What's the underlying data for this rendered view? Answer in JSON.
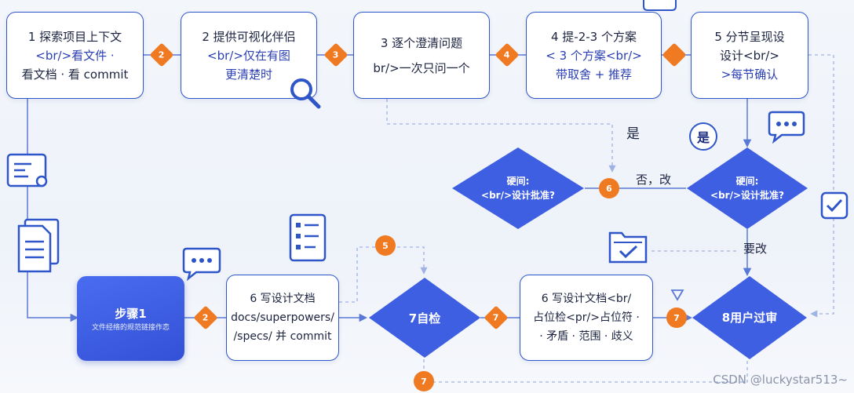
{
  "top_row": [
    {
      "line1": "1 探索项目上下文",
      "line2": "<br/>看文件 ·",
      "line3": "看文档 · 看 commit"
    },
    {
      "line1": "2 提供可视化伴侣",
      "line2": "<br/>仅在有图",
      "line3": "更清楚时"
    },
    {
      "line1": "3 逐个澄清问题",
      "line2": "br/>一次只问一个"
    },
    {
      "line1": "4 提-2-3 个方案",
      "line2": "< 3 个方案<br/>",
      "line3": "带取舍 + 推荐"
    },
    {
      "line1": "5 分节呈现设",
      "line2": "设计<br/>",
      "line3": ">每节确认"
    }
  ],
  "decisions": {
    "left": {
      "line1": "硬间:",
      "line2": "<br/>设计批准?"
    },
    "right": {
      "line1": "硬间:",
      "line2": "<br/>设计批准?"
    },
    "self_check": "7自检",
    "user_review": "8用户过审"
  },
  "step1": {
    "title": "步骤1",
    "subtitle": "文件经络的规范链接作恋"
  },
  "write_doc": {
    "line1": "6 写设计文档",
    "line2": "docs/superpowers/",
    "line3": "/specs/ 并 commit"
  },
  "write_doc2": {
    "line1": "6 写设计文档<br/",
    "line2": "占位检<pr/>占位符 ·",
    "line3": "· 矛盾 · 范围 · 歧义"
  },
  "labels": {
    "yes": "是",
    "yes_circle": "是",
    "no_change": "否，改",
    "need_change": "要改"
  },
  "badges": [
    "2",
    "3",
    "4",
    "6",
    "2",
    "5",
    "7",
    "7",
    "7"
  ],
  "watermark": "CSDN @luckystar513~",
  "colors": {
    "primary": "#2f56c9",
    "accent": "#ef7a22",
    "fill": "#3f5fe3"
  }
}
